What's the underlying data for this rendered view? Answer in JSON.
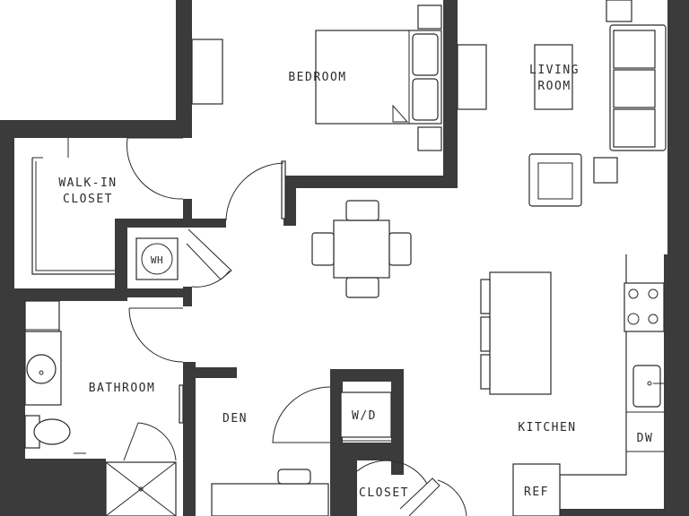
{
  "rooms": {
    "bedroom": "BEDROOM",
    "living_room_line1": "LIVING",
    "living_room_line2": "ROOM",
    "walkin_line1": "WALK-IN",
    "walkin_line2": "CLOSET",
    "bathroom": "BATHROOM",
    "den": "DEN",
    "kitchen": "KITCHEN",
    "closet": "CLOSET"
  },
  "fixtures": {
    "water_heater": "WH",
    "washer_dryer": "W/D",
    "dishwasher": "DW",
    "refrigerator": "REF"
  },
  "colors": {
    "wall": "#3b3b3b",
    "line": "#2a2a2a",
    "background": "#ffffff"
  }
}
